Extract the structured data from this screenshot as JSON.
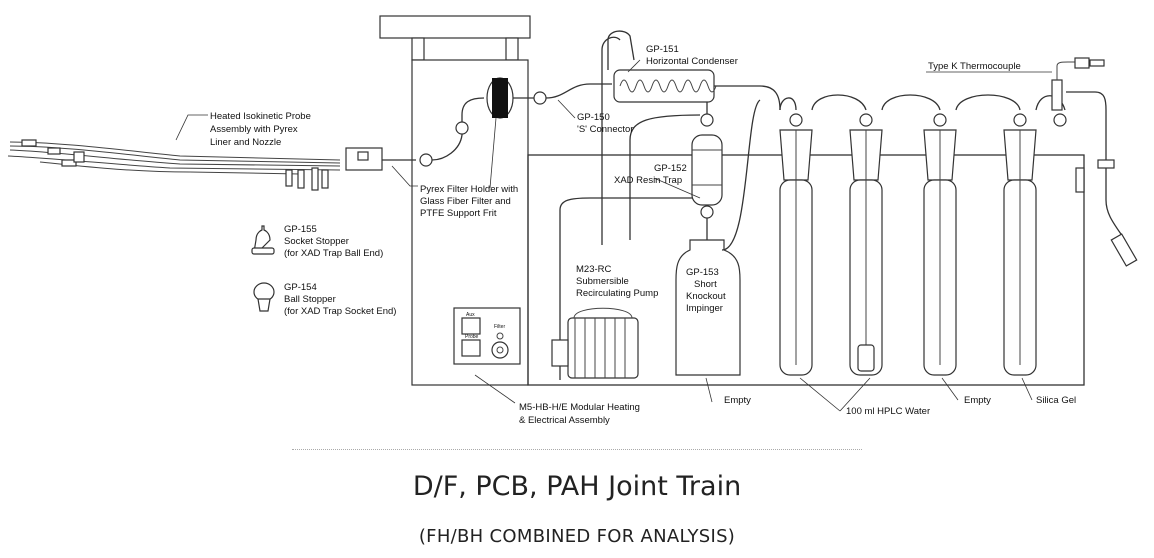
{
  "labels": {
    "probe": [
      "Heated Isokinetic Probe",
      "Assembly with Pyrex",
      "Liner and Nozzle"
    ],
    "filter_holder": [
      "Pyrex Filter Holder with",
      "Glass Fiber Filter and",
      "PTFE Support Frit"
    ],
    "gp155": [
      "GP-155",
      "Socket Stopper",
      "(for XAD Trap Ball End)"
    ],
    "gp154": [
      "GP-154",
      "Ball Stopper",
      "(for XAD Trap Socket End)"
    ],
    "gp150": [
      "GP-150",
      "'S' Connector"
    ],
    "gp151": [
      "GP-151",
      "Horizontal Condenser"
    ],
    "gp152": [
      "GP-152",
      "XAD Resin Trap"
    ],
    "gp153": [
      "GP-153",
      "Short",
      "Knockout",
      "Impinger"
    ],
    "pump": [
      "M23-RC",
      "Submersible",
      "Recirculating Pump"
    ],
    "thermocouple": "Type K Thermocouple",
    "heating": [
      "M5-HB-H/E Modular Heating",
      "& Electrical Assembly"
    ],
    "empty_1": "Empty",
    "hplc": "100 ml HPLC Water",
    "empty_2": "Empty",
    "silica": "Silica Gel",
    "panel_aux": "Aux",
    "panel_probe": "Probe",
    "panel_filter": "Filter"
  },
  "title": "D/F, PCB, PAH Joint Train",
  "subtitle": "(FH/BH COMBINED FOR ANALYSIS)"
}
